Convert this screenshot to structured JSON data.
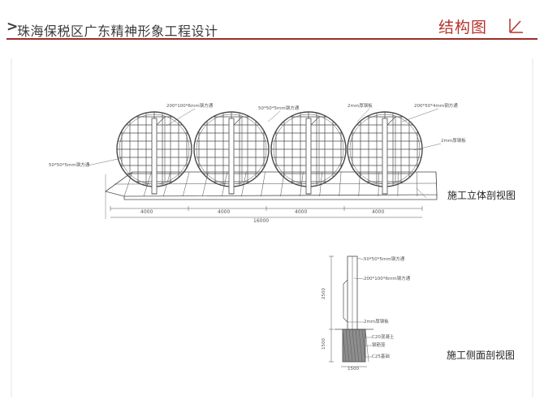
{
  "header": {
    "title": "珠海保税区广东精神形象工程设计",
    "section": "结构图"
  },
  "colors": {
    "accent": "#b5332c",
    "rule": "#9a2e2a",
    "ink": "#3b3b3b",
    "line": "#555555"
  },
  "elevation": {
    "caption": "施工立体剖视图",
    "dims": [
      "4000",
      "4000",
      "4000",
      "4000"
    ],
    "total_dim": "16000",
    "callouts": [
      "200*100*6mm钢方通",
      "50*50*5mm钢方通",
      "2mm厚钢板",
      "200*50*4mm钢方通",
      "50*50*5mm钢方通",
      "2mm厚钢板"
    ]
  },
  "section": {
    "caption": "施工侧面剖视图",
    "callouts": [
      "50*50*5mm钢方通",
      "200*100*6mm钢方通",
      "2mm厚钢板",
      "C20混凝土",
      "钢筋笼",
      "C25基础"
    ],
    "dim_height": "2500",
    "dim_base": "1500",
    "dim_width": "1500"
  },
  "icons": [
    "chevron-right-icon",
    "corner-arrow-icon"
  ]
}
